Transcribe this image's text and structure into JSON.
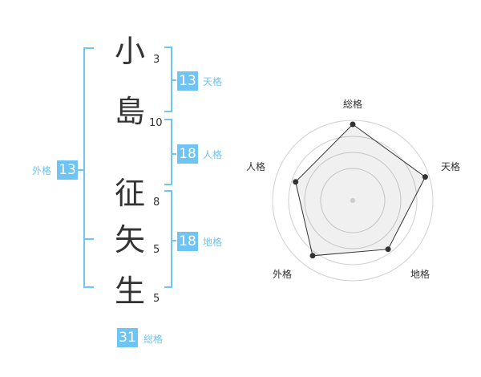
{
  "name_chars": [
    {
      "char": "小",
      "strokes": "3"
    },
    {
      "char": "島",
      "strokes": "10"
    },
    {
      "char": "征",
      "strokes": "8"
    },
    {
      "char": "矢",
      "strokes": "5"
    },
    {
      "char": "生",
      "strokes": "5"
    }
  ],
  "fortunes": {
    "tenkaku": {
      "label": "天格",
      "value": "13"
    },
    "jinkaku": {
      "label": "人格",
      "value": "18"
    },
    "chikaku": {
      "label": "地格",
      "value": "18"
    },
    "gaikaku": {
      "label": "外格",
      "value": "13"
    },
    "soukaku": {
      "label": "総格",
      "value": "31"
    }
  },
  "colors": {
    "accent": "#6ec4f4",
    "text": "#333333"
  },
  "radar": {
    "labels": [
      "総格",
      "天格",
      "地格",
      "外格",
      "人格"
    ],
    "values": [
      0.95,
      0.95,
      0.75,
      0.85,
      0.75
    ]
  }
}
